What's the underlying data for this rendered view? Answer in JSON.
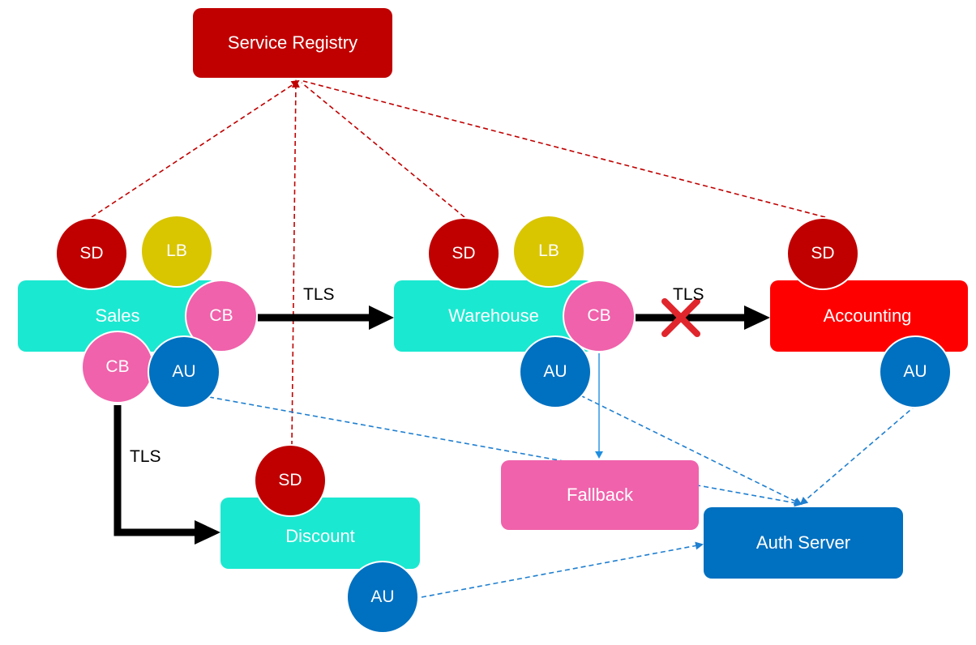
{
  "colors": {
    "registry": "#c00000",
    "service": "#1be8d0",
    "accounting": "#ff0000",
    "fallback": "#f062ab",
    "auth": "#0070c0",
    "sd": "#c00000",
    "lb": "#d9c500",
    "cb": "#f062ab",
    "au": "#0070c0",
    "tls_arrow": "#000000",
    "registry_link": "#c00000",
    "auth_link": "#1f7fd0",
    "fallback_link": "#1f8fe0",
    "block_mark": "#e0262c"
  },
  "services": {
    "registry": "Service Registry",
    "sales": "Sales",
    "warehouse": "Warehouse",
    "accounting": "Accounting",
    "discount": "Discount",
    "fallback": "Fallback",
    "auth": "Auth Server"
  },
  "badges": {
    "sd": "SD",
    "lb": "LB",
    "cb": "CB",
    "au": "AU"
  },
  "links": {
    "tls": "TLS",
    "accounting_link_blocked": true
  }
}
